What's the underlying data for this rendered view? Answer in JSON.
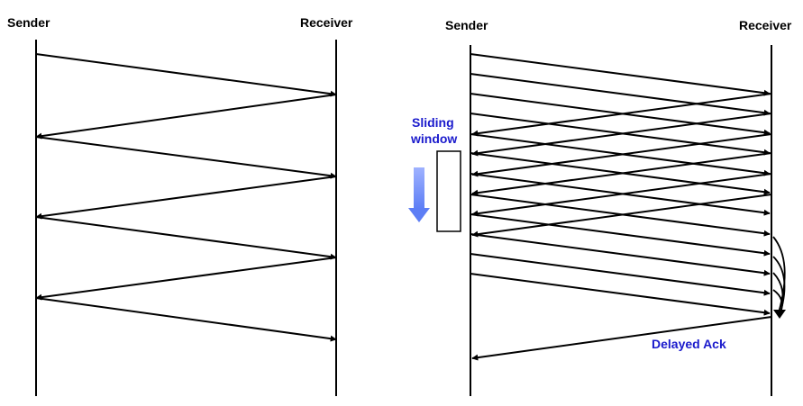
{
  "left_diagram": {
    "sender_label": "Sender",
    "receiver_label": "Receiver"
  },
  "right_diagram": {
    "sender_label": "Sender",
    "receiver_label": "Receiver",
    "sliding_window_label_line1": "Sliding",
    "sliding_window_label_line2": "window",
    "delayed_ack_label": "Delayed Ack"
  },
  "colors": {
    "line": "#000000",
    "annotation_text": "#1a1acc",
    "window_arrow": "#6f8cff"
  }
}
